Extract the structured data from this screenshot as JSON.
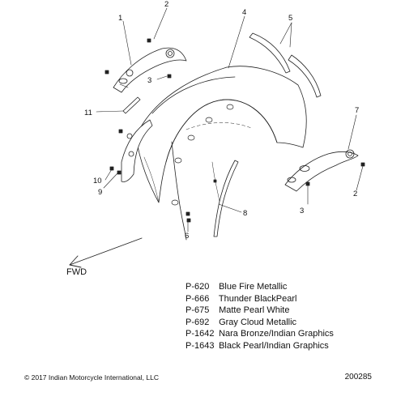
{
  "callouts": {
    "c1": "1",
    "c2a": "2",
    "c2b": "2",
    "c3a": "3",
    "c3b": "3",
    "c4": "4",
    "c5": "5",
    "c6": "6",
    "c7": "7",
    "c8": "8",
    "c9": "9",
    "c10": "10",
    "c11": "11"
  },
  "direction_label": "FWD",
  "legend": [
    {
      "code": "P-620",
      "name": "Blue Fire Metallic"
    },
    {
      "code": "P-666",
      "name": "Thunder BlackPearl"
    },
    {
      "code": "P-675",
      "name": "Matte Pearl White"
    },
    {
      "code": "P-692",
      "name": "Gray Cloud Metallic"
    },
    {
      "code": "P-1642",
      "name": "Nara Bronze/Indian Graphics"
    },
    {
      "code": "P-1643",
      "name": "Black Pearl/Indian Graphics"
    }
  ],
  "footer": {
    "copyright": "© 2017 Indian Motorcycle International, LLC",
    "diagram_number": "200285"
  }
}
